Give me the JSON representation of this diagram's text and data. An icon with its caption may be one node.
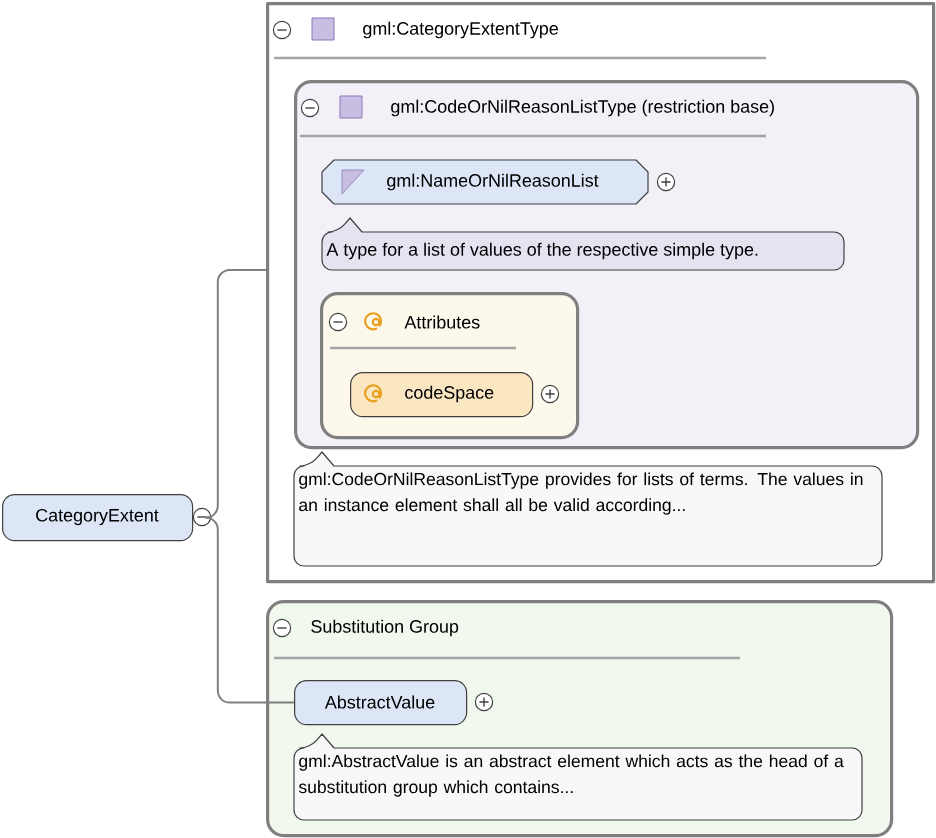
{
  "diagram": {
    "nodes": [
      {
        "text": [
          "CategoryExtent"
        ]
      },
      {
        "text": [
          "gml:CategoryExtentType"
        ]
      },
      {
        "text": [
          "gml:CodeOrNilReasonListType (restriction base)"
        ],
        "in": 1
      },
      {
        "text": [
          "gml:NameOrNilReasonList"
        ],
        "in": 2
      },
      {
        "text": [
          "A type for a list of values of the respective simple type."
        ],
        "in": 2
      },
      {
        "text": [
          "Attributes"
        ],
        "in": 2
      },
      {
        "text": [
          "codeSpace"
        ],
        "in": 5
      },
      {
        "text": [
          "gml:CodeOrNilReasonListType provides for lists of terms. The values in an instance element shall all be valid according..."
        ],
        "in": 1
      },
      {
        "text": [
          "Substitution Group"
        ]
      },
      {
        "text": [
          "AbstractValue"
        ],
        "in": 8
      },
      {
        "text": [
          "gml:AbstractValue is an abstract element which acts as the head of a substitution group which contains..."
        ],
        "in": 8
      }
    ],
    "edges": [
      {
        "from": 0,
        "to": 1,
        "arrow": "none"
      },
      {
        "from": 0,
        "to": 9,
        "arrow": "none"
      }
    ]
  }
}
